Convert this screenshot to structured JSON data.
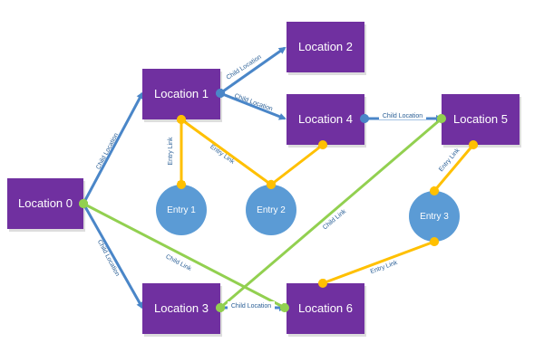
{
  "colors": {
    "location_fill": "#7030a0",
    "entry_fill": "#5b9bd5",
    "child_link_blue": "#4a86c8",
    "child_link_green": "#92d050",
    "entry_link": "#ffc000",
    "label_text": "#2a5f96"
  },
  "locations": [
    {
      "id": "loc0",
      "label": "Location 0"
    },
    {
      "id": "loc1",
      "label": "Location 1"
    },
    {
      "id": "loc2",
      "label": "Location 2"
    },
    {
      "id": "loc3",
      "label": "Location 3"
    },
    {
      "id": "loc4",
      "label": "Location 4"
    },
    {
      "id": "loc5",
      "label": "Location 5"
    },
    {
      "id": "loc6",
      "label": "Location 6"
    }
  ],
  "entries": [
    {
      "id": "e1",
      "label": "Entry 1"
    },
    {
      "id": "e2",
      "label": "Entry 2"
    },
    {
      "id": "e3",
      "label": "Entry 3"
    }
  ],
  "links": [
    {
      "from": "loc0",
      "to": "loc1",
      "label": "Child Location",
      "kind": "blue"
    },
    {
      "from": "loc0",
      "to": "loc3",
      "label": "Child Location",
      "kind": "blue"
    },
    {
      "from": "loc1",
      "to": "loc2",
      "label": "Child Location",
      "kind": "blue"
    },
    {
      "from": "loc1",
      "to": "loc4",
      "label": "Child Location",
      "kind": "blue"
    },
    {
      "from": "loc4",
      "to": "loc5",
      "label": "Child Location",
      "kind": "blue"
    },
    {
      "from": "loc3",
      "to": "loc6",
      "label": "Child Location",
      "kind": "blue"
    },
    {
      "from": "loc0",
      "to": "loc6",
      "label": "Child Link",
      "kind": "green"
    },
    {
      "from": "loc3",
      "to": "loc5",
      "label": "Child Link",
      "kind": "green"
    },
    {
      "from": "loc1",
      "to": "e1",
      "label": "Entry Link",
      "kind": "yellow"
    },
    {
      "from": "loc1",
      "to": "e2",
      "label": "Entry Link",
      "kind": "yellow"
    },
    {
      "from": "loc4",
      "to": "e2",
      "label": "",
      "kind": "yellow"
    },
    {
      "from": "loc5",
      "to": "e3",
      "label": "Entry Link",
      "kind": "yellow"
    },
    {
      "from": "e3",
      "to": "loc6",
      "label": "Entry Link",
      "kind": "yellow"
    }
  ]
}
